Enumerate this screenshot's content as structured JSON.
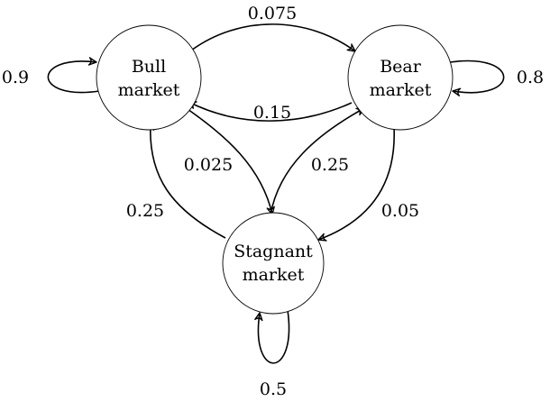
{
  "nodes": {
    "bull": {
      "line1": "Bull",
      "line2": "market"
    },
    "bear": {
      "line1": "Bear",
      "line2": "market"
    },
    "stagnant": {
      "line1": "Stagnant",
      "line2": "market"
    }
  },
  "edges": {
    "bull_to_bull": "0.9",
    "bull_to_bear": "0.075",
    "bull_to_stagnant": "0.025",
    "bear_to_bear": "0.8",
    "bear_to_bull": "0.15",
    "bear_to_stagnant": "0.05",
    "stagnant_to_stagnant": "0.5",
    "stagnant_to_bull": "0.25",
    "stagnant_to_bear": "0.25"
  }
}
